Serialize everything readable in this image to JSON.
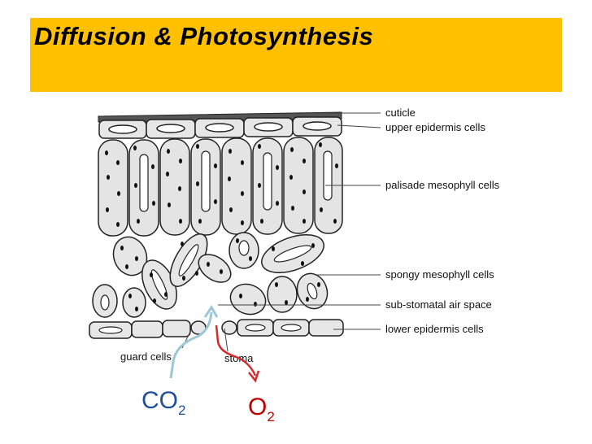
{
  "slide": {
    "title": "Diffusion & Photosynthesis"
  },
  "colors": {
    "banner": "#FFC000",
    "co2": "#1F4E9A",
    "o2": "#C00000",
    "co2_arrow": "#9CC7D6",
    "o2_arrow": "#D22B2B"
  },
  "labels": {
    "cuticle": "cuticle",
    "upper_epidermis": "upper epidermis cells",
    "palisade": "palisade mesophyll cells",
    "spongy": "spongy mesophyll cells",
    "sub_stomatal": "sub-stomatal air space",
    "lower_epidermis": "lower epidermis cells",
    "guard_cells": "guard cells",
    "stoma": "stoma"
  },
  "gases": {
    "co2_base": "CO",
    "co2_sub": "2",
    "o2_base": "O",
    "o2_sub": "2"
  }
}
